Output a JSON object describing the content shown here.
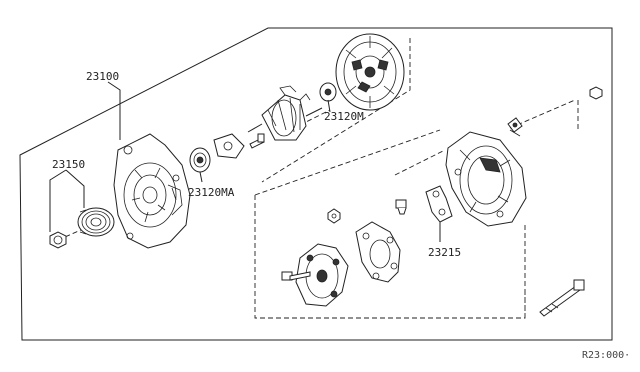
{
  "labels": {
    "alternator_assy": "23100",
    "pulley_kit": "23150",
    "rear_bearing": "23120M",
    "front_bearing": "23120MA",
    "regulator_brush": "23215"
  },
  "reference_code": "R23:000·"
}
